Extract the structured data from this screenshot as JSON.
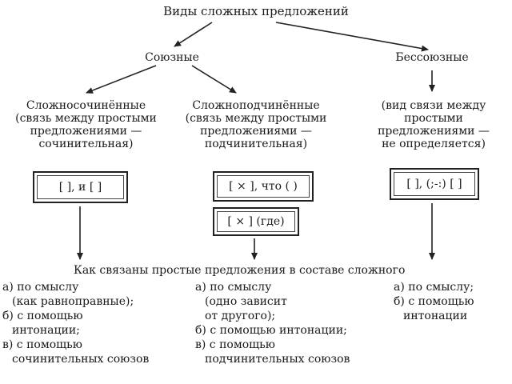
{
  "title": "Виды сложных предложений",
  "branches": {
    "union": "Союзные",
    "nonunion": "Бессоюзные"
  },
  "columns": [
    {
      "heading": [
        "Сложносочинённые",
        "(связь между простыми",
        "предложениями —",
        "сочинительная)"
      ],
      "schemes": [
        "[ ], и [ ]"
      ]
    },
    {
      "heading": [
        "Сложноподчинённые",
        "(связь между простыми",
        "предложениями —",
        "подчинительная)"
      ],
      "schemes": [
        "[ × ], что (   )",
        "[ × ] (где)"
      ]
    },
    {
      "heading": [
        "(вид связи между",
        "простыми",
        "предложениями —",
        "не определяется)"
      ],
      "schemes": [
        "[ ], (;-:) [ ]"
      ]
    }
  ],
  "question": "Как связаны простые предложения в составе сложного",
  "answers": [
    [
      "а) по смыслу",
      "(как равноправные);",
      "б) с помощью",
      "интонации;",
      "в) с помощью",
      "сочинительных союзов"
    ],
    [
      "а) по смыслу",
      "(одно зависит",
      "от другого);",
      "б) с помощью интонации;",
      "в) с помощью",
      "подчинительных союзов"
    ],
    [
      "а) по смыслу;",
      "б) с помощью",
      "интонации"
    ]
  ]
}
